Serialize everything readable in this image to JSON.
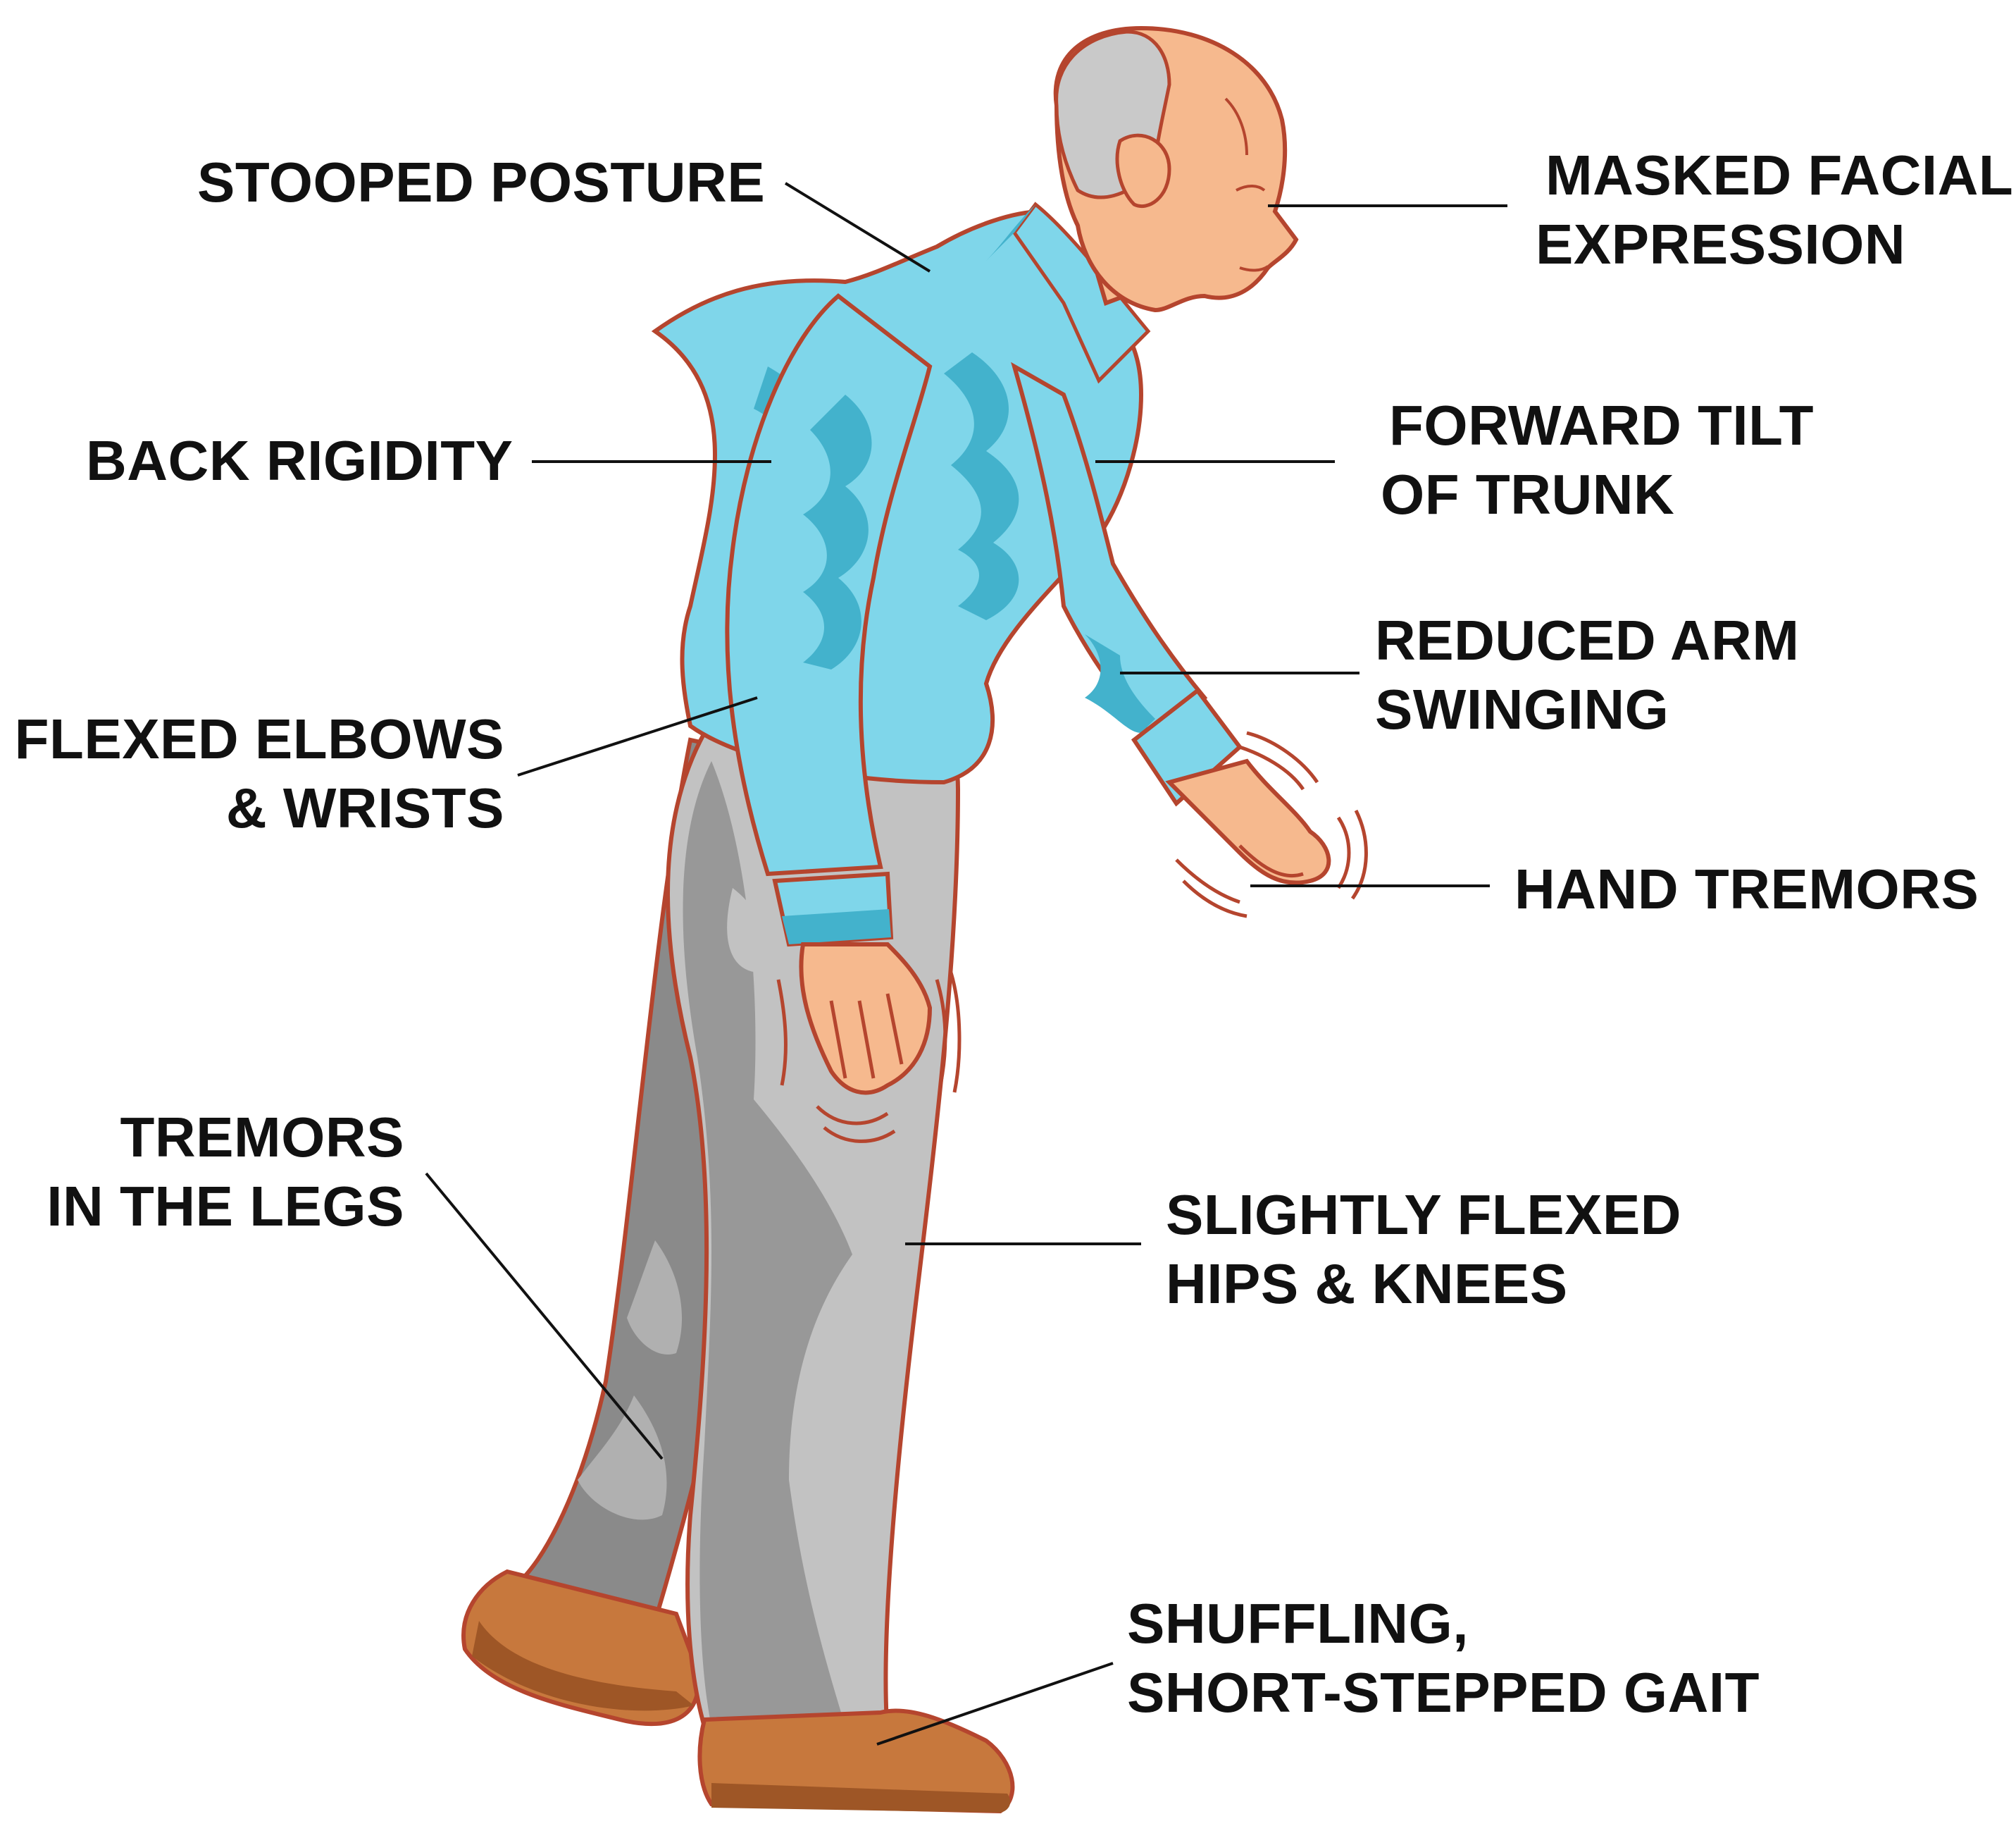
{
  "colors": {
    "skin": "#f6b98e",
    "skin_shadow": "#e59a6e",
    "outline": "#b5452e",
    "shirt": "#7fd6ea",
    "shirt_shadow": "#43b2cc",
    "pants_light": "#c2c2c2",
    "pants_dark": "#8a8a8a",
    "shoe": "#c7783d",
    "shoe_dark": "#9e5626",
    "hair": "#c9c9c9",
    "leader_line": "#111111",
    "text": "#111111"
  },
  "figure": {
    "description_icon": "elderly-man-figure"
  },
  "labels": {
    "stooped_posture": [
      "STOOPED POSTURE"
    ],
    "masked_facial": [
      "MASKED FACIAL",
      "EXPRESSION"
    ],
    "back_rigidity": [
      "BACK RIGIDITY"
    ],
    "forward_tilt": [
      "FORWARD TILT",
      "OF TRUNK"
    ],
    "reduced_arm": [
      "REDUCED ARM",
      "SWINGING"
    ],
    "flexed_elbows": [
      "FLEXED ELBOWS",
      "& WRISTS"
    ],
    "hand_tremors": [
      "HAND TREMORS"
    ],
    "tremors_legs": [
      "TREMORS",
      "IN THE LEGS"
    ],
    "flexed_hips": [
      "SLIGHTLY FLEXED",
      "HIPS & KNEES"
    ],
    "shuffling": [
      "SHUFFLING,",
      "SHORT-STEPPED GAIT"
    ]
  }
}
